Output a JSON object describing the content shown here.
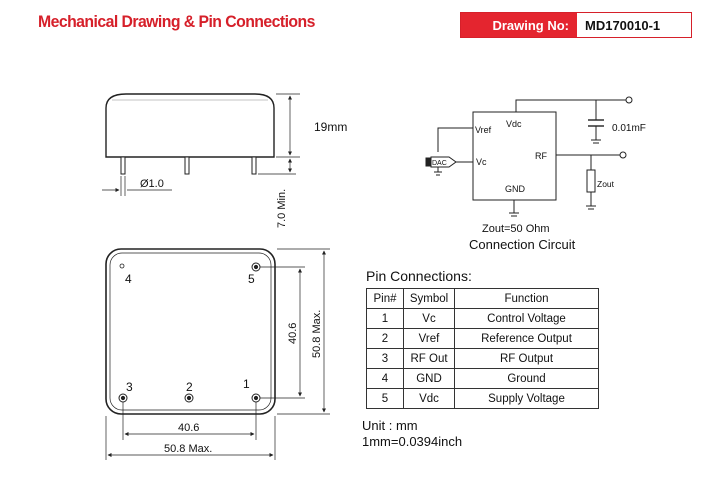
{
  "header": {
    "title": "Mechanical Drawing & Pin Connections",
    "drawing_no_label": "Drawing No:",
    "drawing_no_value": "MD170010-1"
  },
  "side_view": {
    "height_dim": "19mm",
    "pin_dia": "Ø1.0",
    "pin_len": "7.0 Min."
  },
  "top_view": {
    "pin_labels": [
      "4",
      "5",
      "3",
      "2",
      "1"
    ],
    "dim_pin_h": "40.6",
    "dim_body_h": "50.8 Max.",
    "dim_pin_w": "40.6",
    "dim_body_w": "50.8 Max."
  },
  "circuit": {
    "vdc": "Vdc",
    "vref": "Vref",
    "vc": "Vc",
    "rf": "RF",
    "gnd": "GND",
    "dac": "DAC",
    "cap": "0.01mF",
    "zout_res": "Zout",
    "zout_note": "Zout=50 Ohm",
    "caption": "Connection Circuit"
  },
  "pins": {
    "title": "Pin Connections:",
    "headers": [
      "Pin#",
      "Symbol",
      "Function"
    ],
    "rows": [
      [
        "1",
        "Vc",
        "Control Voltage"
      ],
      [
        "2",
        "Vref",
        "Reference Output"
      ],
      [
        "3",
        "RF Out",
        "RF Output"
      ],
      [
        "4",
        "GND",
        "Ground"
      ],
      [
        "5",
        "Vdc",
        "Supply Voltage"
      ]
    ]
  },
  "units": {
    "line1": "Unit : mm",
    "line2": "1mm=0.0394inch"
  },
  "colors": {
    "accent": "#e4252f",
    "title": "#d6202a"
  }
}
